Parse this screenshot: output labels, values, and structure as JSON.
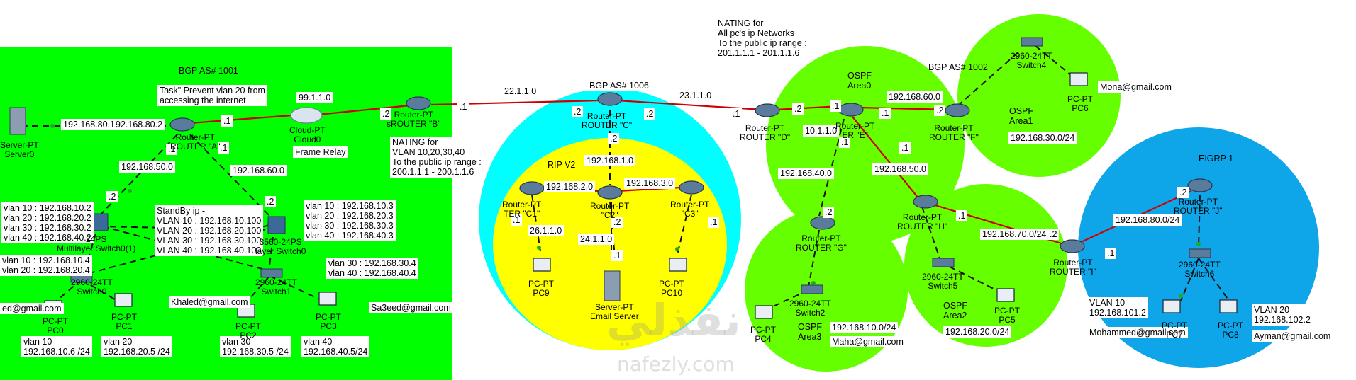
{
  "labels": {
    "bgp1001": "BGP AS# 1001",
    "task": [
      "Task\" Prevent vlan 20 from",
      "accessing the internet"
    ],
    "net_99": "99.1.1.0",
    "net_192_168_80_1": "192.168.80.1",
    "net_92_168_80_2": "92.168.80.2",
    "dot1_a": ".1",
    "dot2_a": ".2",
    "dot1_sr": ".1",
    "dot1_left": ".1",
    "dot1_right": ".1",
    "net_50": "192.168.50.0",
    "net_60": "192.168.60.0",
    "dot2_ml": ".2",
    "dot2_ml2": ".2",
    "frame_relay": "Frame Relay",
    "nat_b": [
      "NATING for",
      "VLAN 10,20,30,40",
      "To the public ip range :",
      "200.1.1.1 - 200.1.1.6"
    ],
    "vlan_left": [
      "vlan 10 : 192.168.10.2",
      "vlan 20 : 192.168.20.2",
      "vlan 30 : 192.168.30.2",
      "vlan 40 : 192.168.40.2"
    ],
    "standby": [
      "StandBy ip -",
      "VLAN 10 : 192.168.10.100",
      "VLAN 20 : 192.168.20.100",
      "VLAN 30 : 192.168.30.100",
      "VLAN 40 : 192.168.40.100"
    ],
    "vlan_right": [
      "vlan 10 : 192.168.10.3",
      "vlan 20 : 192.168.20.3",
      "vlan 30 : 192.168.30.3",
      "vlan 40 : 192.168.40.3"
    ],
    "vlan_sw0": [
      "vlan 10 : 192.168.10.4",
      "vlan 20 : 192.168.20.4"
    ],
    "vlan_sw1": [
      "vlan 30 : 192.168.30.4",
      "vlan 40 : 192.168.40.4"
    ],
    "mail_pc0": "ed@gmail.com",
    "mail_khaled": "Khaled@gmail.com",
    "mail_sa3eed": "Sa3eed@gmail.com",
    "pc0_vlan": [
      "vlan 10",
      "192.168.10.6 /24"
    ],
    "pc1_vlan": [
      "vlan 20",
      "192.168.20.5 /24"
    ],
    "pc2_vlan": [
      "vlan 30",
      "192.168.30.5 /24"
    ],
    "pc3_vlan": [
      "vlan 40",
      "192.168.40.5/24"
    ],
    "net_22": "22.1.1.0",
    "net_23": "23.1.1.0",
    "bgp1006": "BGP AS# 1006",
    "dot2_c1": ".2",
    "dot2_c2": ".2",
    "dot2_c3": ".2",
    "dot1_d": ".1",
    "ripv2": "RIP V2",
    "net_192_1": "192.168.1.0",
    "net_192_2": "192.168.2.0",
    "net_192_3": "192.168.3.0",
    "net_26": "26.1.1.0",
    "net_24": "24.1.1.0",
    "dot1_c1": ".1",
    "dot2_c2b": ".2",
    "dot1_c3": ".1",
    "dot1_c2s": ".1",
    "nat_d": [
      "NATING for",
      "All pc's ip Networks",
      "To the public ip range :",
      "201.1.1.1 - 201.1.1.6"
    ],
    "ospf0": [
      "OSPF",
      "Area0"
    ],
    "bgp1002": "BGP AS# 1002",
    "net_60b": "192.168.60.0",
    "net_10_1": "10.1.1.0",
    "net_40": "192.168.40.0",
    "net_50b": "192.168.50.0",
    "ospf1": [
      "OSPF",
      "Area1"
    ],
    "net_30_24": "192.168.30.0/24",
    "mail_mona": "Mona@gmail.com",
    "eigrp": "EIGRP 1",
    "net_80_24": "192.168.80.0/24",
    "net_70_24": "192.168.70.0/24",
    "ospf2": [
      "OSPF",
      "Area2"
    ],
    "net_20_24": "192.168.20.0/24",
    "ospf3": [
      "OSPF",
      "Area3"
    ],
    "net_10_24": "192.168.10.0/24",
    "mail_maha": "Maha@gmail.com",
    "vlan10_j": [
      "VLAN 10",
      "192.168.101.2"
    ],
    "vlan20_j": [
      "VLAN 20",
      "192.168.102.2"
    ],
    "mail_mohammed": "Mohammed@gmail.com",
    "mail_ayman": "Ayman@gmail.com",
    "dots_e": [
      ".2",
      ".1",
      ".1",
      ".2",
      ".1",
      ".1",
      ".2",
      ".1",
      ".2",
      ".1",
      ".2"
    ],
    "watermark_ar": "نفذلي",
    "watermark_url": "nafezly.com"
  },
  "devices": {
    "server0": [
      "Server-PT",
      "Server0"
    ],
    "routerA": [
      "Router-PT",
      "ROUTER \"A\""
    ],
    "cloud0": [
      "Cloud-PT",
      "Cloud0"
    ],
    "routerB": [
      "Router-PT",
      "sROUTER \"B\""
    ],
    "mls1": [
      "24PS",
      "Multilayer Switch0(1)"
    ],
    "mls0": [
      "3560-24PS",
      "layer Switch0"
    ],
    "switch0": [
      "2960-24TT",
      "Switch0"
    ],
    "switch1": [
      "2960-24TT",
      "Switch1"
    ],
    "pc0": [
      "PC-PT",
      "PC0"
    ],
    "pc1": [
      "PC-PT",
      "PC1"
    ],
    "pc2": [
      "PC-PT",
      "PC2"
    ],
    "pc3": [
      "PC-PT",
      "PC3"
    ],
    "routerC": [
      "Router-PT",
      "ROUTER \"C\""
    ],
    "routerC1": [
      "Router-PT",
      "TER \"C1\""
    ],
    "routerC2": [
      "Router-PT",
      "\"C2\""
    ],
    "routerC3": [
      "Router-PT",
      "\"C3\""
    ],
    "pc9": [
      "PC-PT",
      "PC9"
    ],
    "emailServer": [
      "Server-PT",
      "Email Server"
    ],
    "pc10": [
      "PC-PT",
      "PC10"
    ],
    "routerD": [
      "Router-PT",
      "ROUTER \"D\""
    ],
    "routerE": [
      "Router-PT",
      "ER \"E\""
    ],
    "routerF": [
      "Router-PT",
      "ROUTER \"F\""
    ],
    "switch4": [
      "2960-24TT",
      "Switch4"
    ],
    "pc6": [
      "PC-PT",
      "PC6"
    ],
    "routerG": [
      "Router-PT",
      "ROUTER \"G\""
    ],
    "routerH": [
      "Router-PT",
      "ROUTER \"H\""
    ],
    "switch2": [
      "2960-24TT",
      "Switch2"
    ],
    "pc4": [
      "PC-PT",
      "PC4"
    ],
    "switch5": [
      "2960-24TT",
      "Switch5"
    ],
    "pc5": [
      "PC-PT",
      "PC5"
    ],
    "routerI": [
      "Router-PT",
      "ROUTER \"I\""
    ],
    "routerJ": [
      "Router-PT",
      "ROUTER \"J\""
    ],
    "switch6": [
      "2960-24TT",
      "Switch6"
    ],
    "pc7": [
      "PC-PT",
      "PC7"
    ],
    "pc8": [
      "PC-PT",
      "PC8"
    ]
  },
  "colors": {
    "green": "#00ff00",
    "lime": "#66ff00",
    "cyan": "#00ffff",
    "yellow": "#ffff00",
    "blue": "#0ea5e9",
    "serial_link": "#cc0000",
    "ethernet_link": "#111111"
  }
}
